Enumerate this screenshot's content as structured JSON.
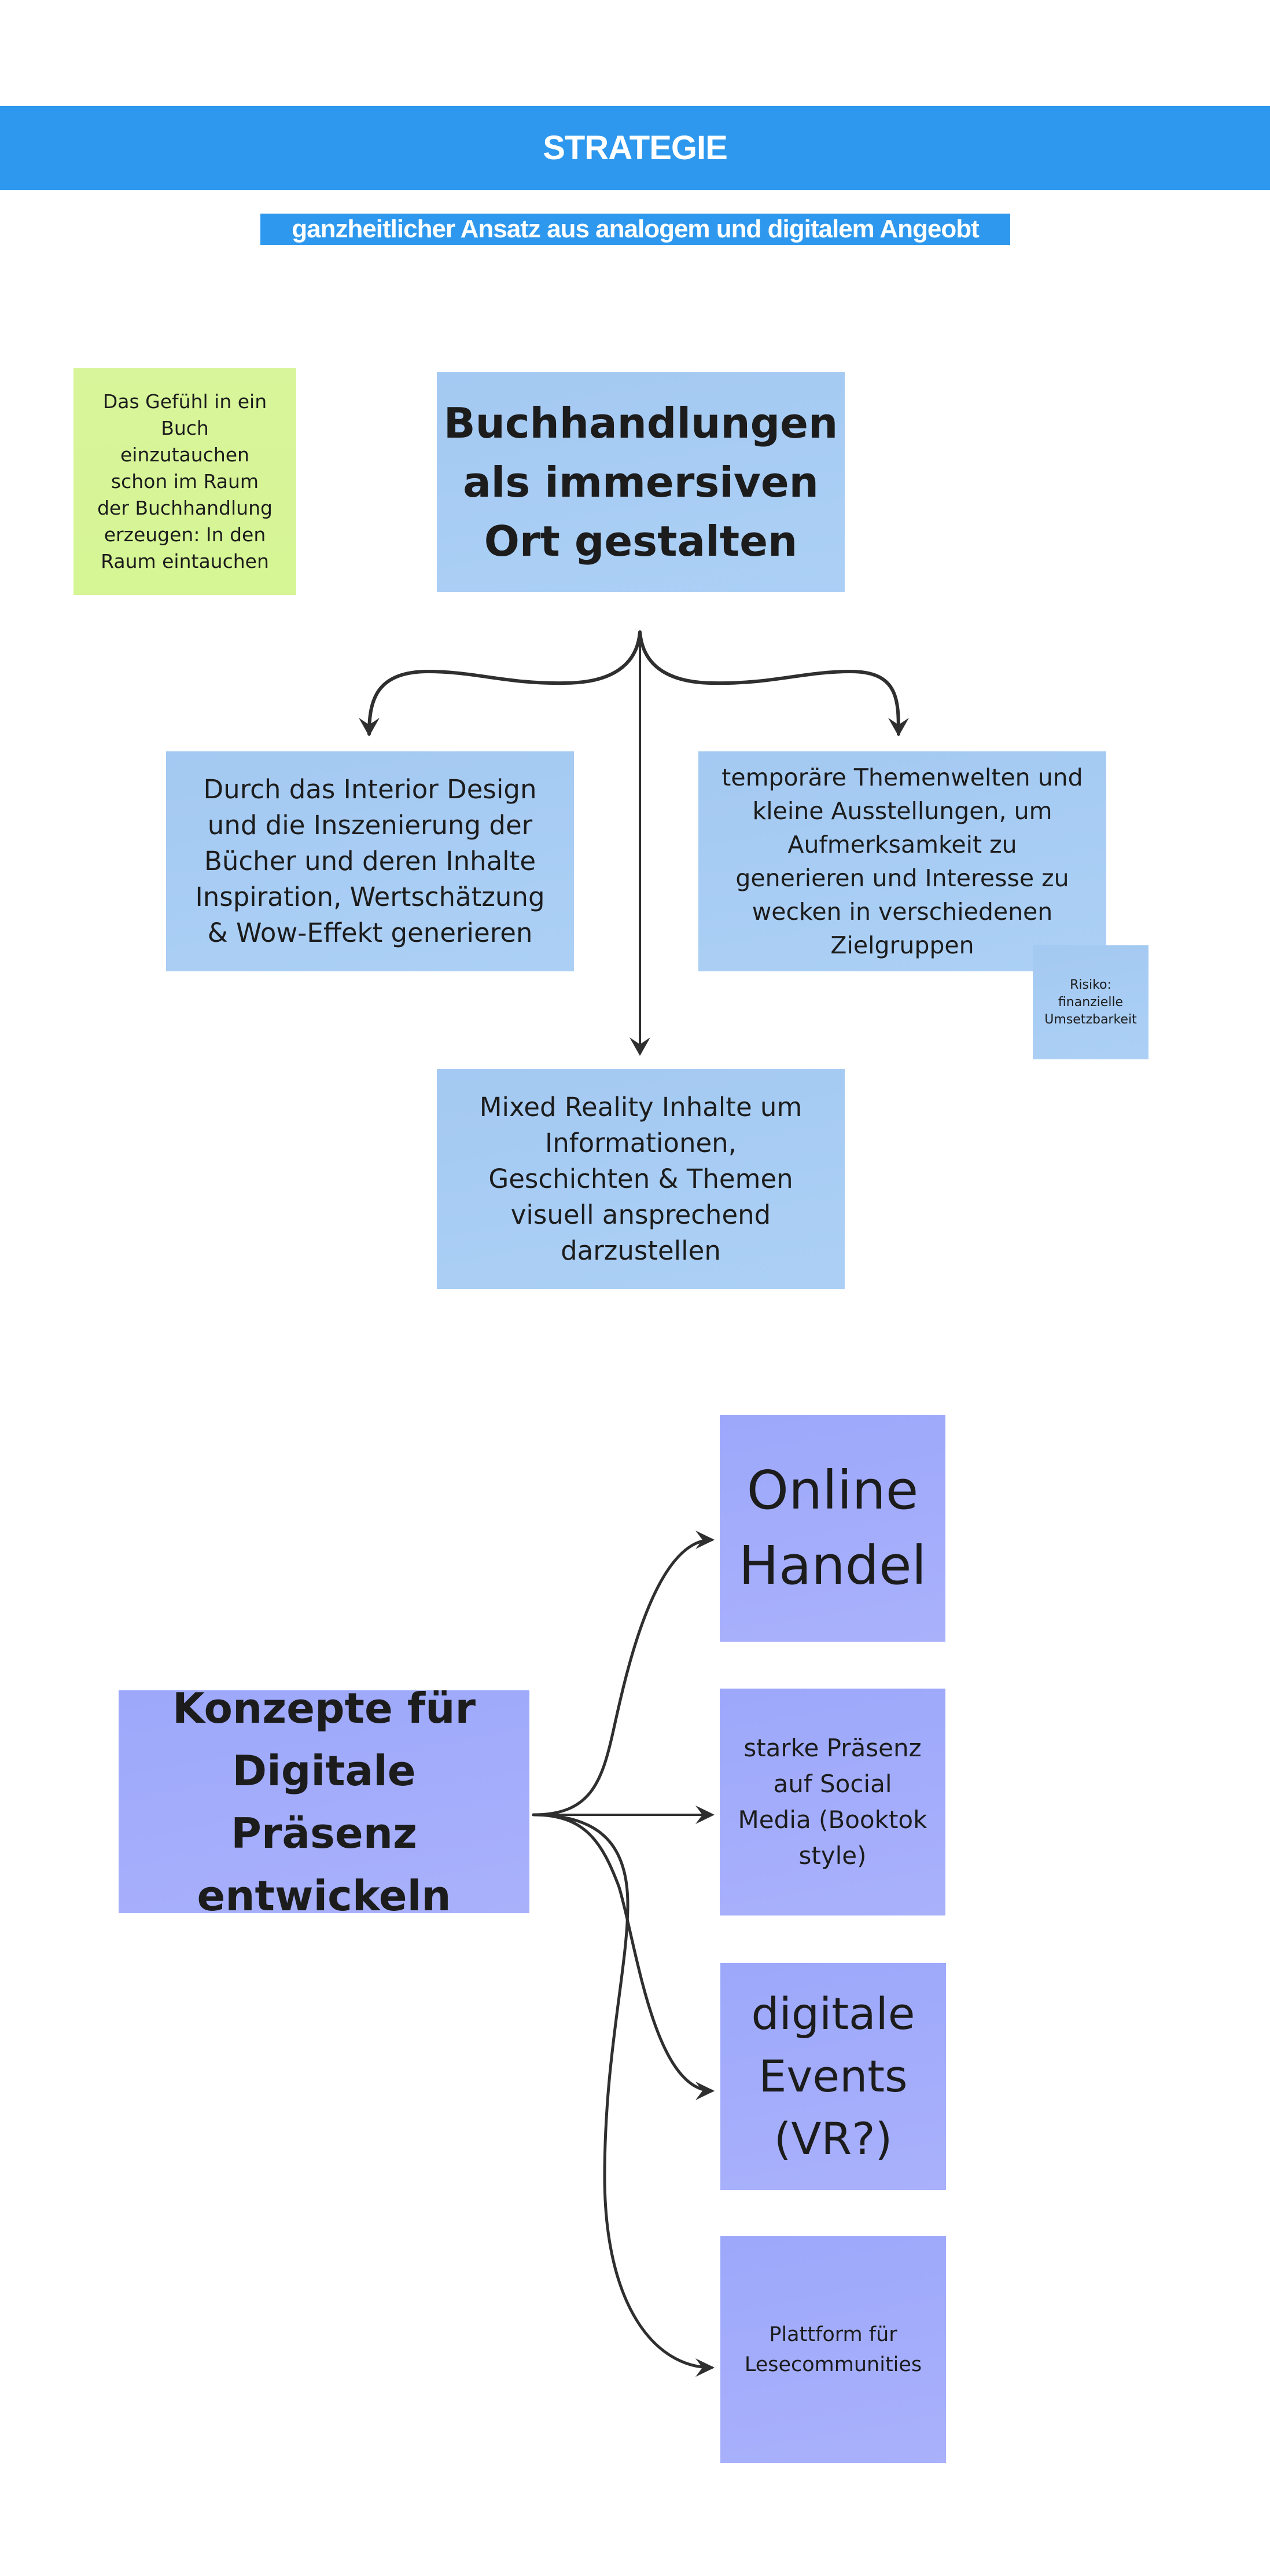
{
  "header": {
    "title": "STRATEGIE",
    "subtitle": "ganzheitlicher Ansatz aus analogem und digitalem Angeobt",
    "accent_color": "#2d98ee"
  },
  "section_analog": {
    "note": "Das Gefühl in ein Buch einzutauchen schon im Raum der Buchhandlung erzeugen: In den Raum eintauchen",
    "main": "Buchhandlungen als immersiven Ort gestalten",
    "children": [
      "Durch das Interior Design und die Inszenierung der Bücher und deren Inhalte Inspiration, Wertschätzung & Wow-Effekt generieren",
      "temporäre Themenwelten und kleine Ausstellungen, um Aufmerksamkeit zu generieren und Interesse zu wecken in verschiedenen Zielgruppen",
      "Mixed Reality Inhalte um Informationen, Geschichten & Themen visuell ansprechend darzustellen"
    ],
    "risk_note": "Risiko: finanzielle Umsetzbarkeit",
    "colors": {
      "note": "#d8f59b",
      "sticky": "#a8cdf4"
    }
  },
  "section_digital": {
    "main": "Konzepte für Digitale Präsenz entwickeln",
    "children": [
      "Online Handel",
      "starke Präsenz auf Social Media (Booktok style)",
      "digitale Events (VR?)",
      "Plattform für Lesecommunities"
    ],
    "colors": {
      "sticky": "#a3acfb"
    }
  },
  "connectors": [
    {
      "from": "Buchhandlungen als immersiven Ort gestalten",
      "to": "Durch das Interior Design ..."
    },
    {
      "from": "Buchhandlungen als immersiven Ort gestalten",
      "to": "temporäre Themenwelten ..."
    },
    {
      "from": "Buchhandlungen als immersiven Ort gestalten",
      "to": "Mixed Reality Inhalte ..."
    },
    {
      "from": "Konzepte für Digitale Präsenz entwickeln",
      "to": "Online Handel"
    },
    {
      "from": "Konzepte für Digitale Präsenz entwickeln",
      "to": "starke Präsenz auf Social Media (Booktok style)"
    },
    {
      "from": "Konzepte für Digitale Präsenz entwickeln",
      "to": "digitale Events (VR?)"
    },
    {
      "from": "Konzepte für Digitale Präsenz entwickeln",
      "to": "Plattform für Lesecommunities"
    }
  ]
}
